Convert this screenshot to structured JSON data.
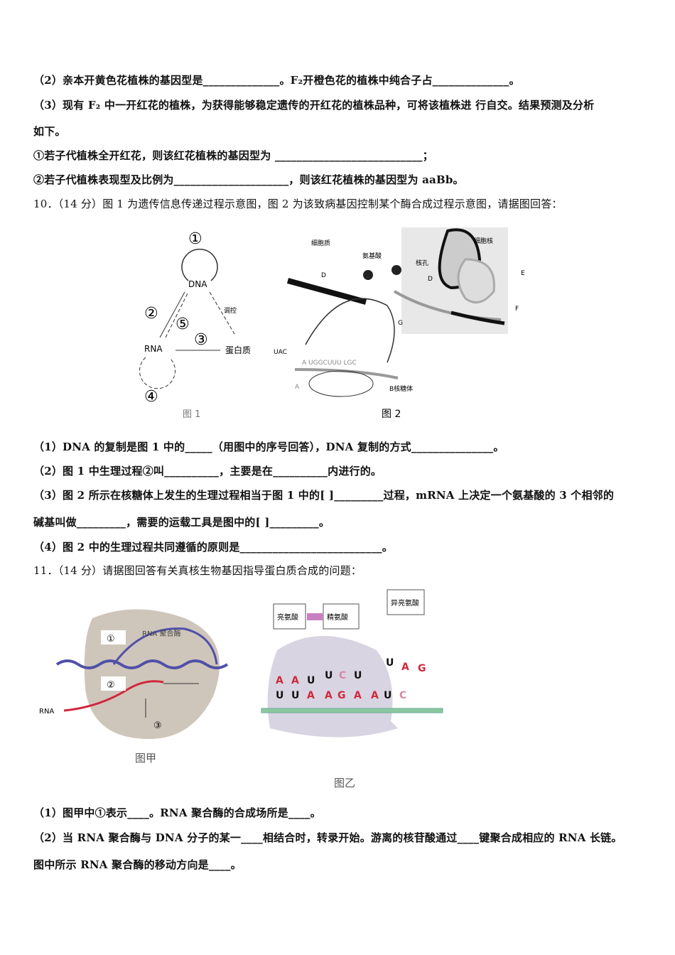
{
  "q9": {
    "l2": "（2）亲本开黄色花植株的基因型是______________。F₂开橙色花的植株中纯合子占______________。",
    "l3a": "（3）现有 F₂ 中一开红花的植株，为获得能够稳定遗传的开红花的植株品种，可将该植株进 行自交。结果预测及分析",
    "l3b": "如下。",
    "l3c": "①若子代植株全开红花，则该红花植株的基因型为 ___________________________；",
    "l3d": "②若子代植株表现型及比例为_____________________，则该红花植株的基因型为 aaBb。"
  },
  "q10": {
    "head": "10．（14 分）图 1 为遗传信息传递过程示意图，图 2 为该致病基因控制某个酶合成过程示意图，请据图回答：",
    "fig1": {
      "n1": "①",
      "n2": "②",
      "n3": "③",
      "n4": "④",
      "n5": "⑤",
      "dna": "DNA",
      "rna": "RNA",
      "protein": "蛋白质",
      "regulate": "调控",
      "caption": "图 1"
    },
    "fig2": {
      "cytoplasm": "细胞质",
      "amino": "氨基酸",
      "nucleus": "细胞核",
      "pore": "核孔",
      "D": "D",
      "D2": "D",
      "E": "E",
      "F": "F",
      "G": "G",
      "A": "A",
      "uac": "UAC",
      "codons": "A UGGCUUU LGC",
      "ribosome": "B核糖体",
      "caption": "图 2"
    },
    "s1": "（1）DNA 的复制是图 1 中的_____（用图中的序号回答），DNA 复制的方式_______________。",
    "s2": "（2）图 1 中生理过程②叫__________，主要是在__________内进行的。",
    "s3a": "（3）图 2 所示在核糖体上发生的生理过程相当于图 1 中的[  ]_________过程，mRNA 上决定一个氨基酸的 3 个相邻的",
    "s3b": "碱基叫做_________，需要的运载工具是图中的[    ]_________。",
    "s4": "（4）图 2 中的生理过程共同遵循的原则是__________________________。"
  },
  "q11": {
    "head": "11．（14 分）请据图回答有关真核生物基因指导蛋白质合成的问题：",
    "figA": {
      "n1": "①",
      "n2": "②",
      "n3": "③",
      "enzyme": "RNA 聚合酶",
      "rna": "RNA",
      "caption": "图甲"
    },
    "figB": {
      "leu": "亮氨酸",
      "arg": "精氨酸",
      "ile": "异亮氨酸",
      "anticodons": [
        "A",
        "A",
        "U",
        "U",
        "C",
        "U",
        "U",
        "A",
        "G"
      ],
      "codons": [
        "U",
        "U",
        "A",
        "A",
        "G",
        "A",
        "A",
        "U",
        "C"
      ],
      "caption": "图乙"
    },
    "s1": "（1）图甲中①表示____。RNA 聚合酶的合成场所是____。",
    "s2a": "（2）当 RNA 聚合酶与 DNA 分子的某一____相结合时，转录开始。游离的核苷酸通过____键聚合成相应的 RNA 长链。",
    "s2b": "图中所示 RNA 聚合酶的移动方向是____。"
  },
  "colors": {
    "red": "#d0283c",
    "pink": "#d888a8",
    "green": "#8cc8a0",
    "purple": "#5050a8",
    "tan": "#cfc6bb",
    "lilac": "#d8d4e2"
  }
}
